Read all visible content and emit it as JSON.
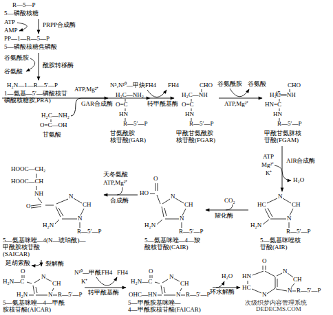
{
  "diagram": {
    "nodes": [
      {
        "text": [
          "R—5—P",
          "5—磷酸核糖"
        ]
      },
      {
        "text": [
          "PP—1—R—5—P",
          "5—磷酸核糖焦磷酸"
        ]
      },
      {
        "text": [
          "H₂N—1—R—5′—P",
          "1—氨基—5′—磷酸核苷 (5—磷酸核糖胺,PRA)"
        ]
      },
      {
        "text": [
          "H₂C—NH₂",
          "O=C—OH",
          "甘氨酸"
        ]
      },
      {
        "text": [
          "H₂C—NH₂",
          "O=C",
          "HN",
          "R—5′—P",
          "甘氨酰胺 核苷酸(GAR)"
        ]
      },
      {
        "text": [
          "CHO",
          "H₂C—NH",
          "O=C",
          "HN",
          "R—5′—P",
          "甲酰甘氨酰胺 核苷酸(FGAR)"
        ]
      },
      {
        "text": [
          "CHO",
          "H₂C—NH",
          "HN=C",
          "HN",
          "R—5′—P",
          "甲酰甘氨脒核 苷酸(FGAM)"
        ]
      },
      {
        "text": [
          "N",
          "HC",
          "CH",
          "N",
          "H₂N",
          "R—5′—P",
          "5—氨基咪唑核 苷酸(AIR)"
        ]
      },
      {
        "text": [
          "O",
          "HO",
          "N",
          "CH",
          "N",
          "H₂N",
          "R—5′—P",
          "5—氨基咪唑—4—羧 酸核苷酸(CAIR)"
        ]
      },
      {
        "text": [
          "HOOC—CH₂",
          "HOOC—CH",
          "NH",
          "O",
          "N",
          "CH",
          "N",
          "H₂N",
          "R—5′—P",
          "5—氨基咪唑—4(N—琥珀酰)— 甲酰胺核苷酸 (SAICAR)"
        ]
      },
      {
        "text": [
          "O",
          "H₂N—C",
          "N",
          "CH",
          "N",
          "H₂N",
          "R—5′—P",
          "5—氨基咪唑—4—甲酰 胺核苷酸(AICAR)"
        ]
      },
      {
        "text": [
          "O",
          "H₂N—C",
          "N",
          "CH",
          "N",
          "OHC—HN",
          "R—5′—P",
          "5—甲酰胺基咪唑— 4—甲酰胺核苷酸(FAICAR)"
        ]
      },
      {
        "text": [
          "O",
          "HN",
          "HC",
          "N",
          "N",
          "CH",
          "N",
          "R—5′—P"
        ]
      }
    ],
    "edges": [
      {
        "from": 0,
        "to": 1,
        "arrow": "to"
      },
      {
        "from": 1,
        "to": 2,
        "arrow": "to"
      },
      {
        "from": 2,
        "to": 4,
        "arrow": "to"
      },
      {
        "from": 3,
        "to": 4,
        "arrow": "to"
      },
      {
        "from": 4,
        "to": 5,
        "arrow": "to"
      },
      {
        "from": 5,
        "to": 6,
        "arrow": "to"
      },
      {
        "from": 6,
        "to": 7,
        "arrow": "to"
      },
      {
        "from": 7,
        "to": 8,
        "arrow": "to"
      },
      {
        "from": 8,
        "to": 9,
        "arrow": "to"
      },
      {
        "from": 9,
        "to": 10,
        "arrow": "to"
      },
      {
        "from": 10,
        "to": 11,
        "arrow": "to"
      },
      {
        "from": 11,
        "to": 12,
        "arrow": "to"
      }
    ],
    "labels": [
      "ATP",
      "AMP",
      "PRPP合成酶",
      "谷氨酰胺",
      "谷氨酸",
      "酰胺转移酶",
      "ATP,Mg²⁺",
      "GAR合成酶",
      "N⁵,N¹⁰—甲炔FH4",
      "FH4",
      "转甲酰基酶",
      "谷氨酰胺",
      "谷氨酸",
      "ATP,Mg²⁺",
      "ATP",
      "Mg²⁺",
      "K⁺",
      "AIR合成酶",
      "H₂O",
      "CO₂",
      "羧化酶",
      "天冬氨酸",
      "ATP,Mg²⁺",
      "合成酶",
      "延胡索酸",
      "裂解酶",
      "N¹⁰—甲酰FH4",
      "FH4",
      "K⁺",
      "转甲酰基酶",
      "H₂O",
      "环水解酶",
      "次级织梦内容管理系统",
      "DEDECMS.COM"
    ]
  }
}
